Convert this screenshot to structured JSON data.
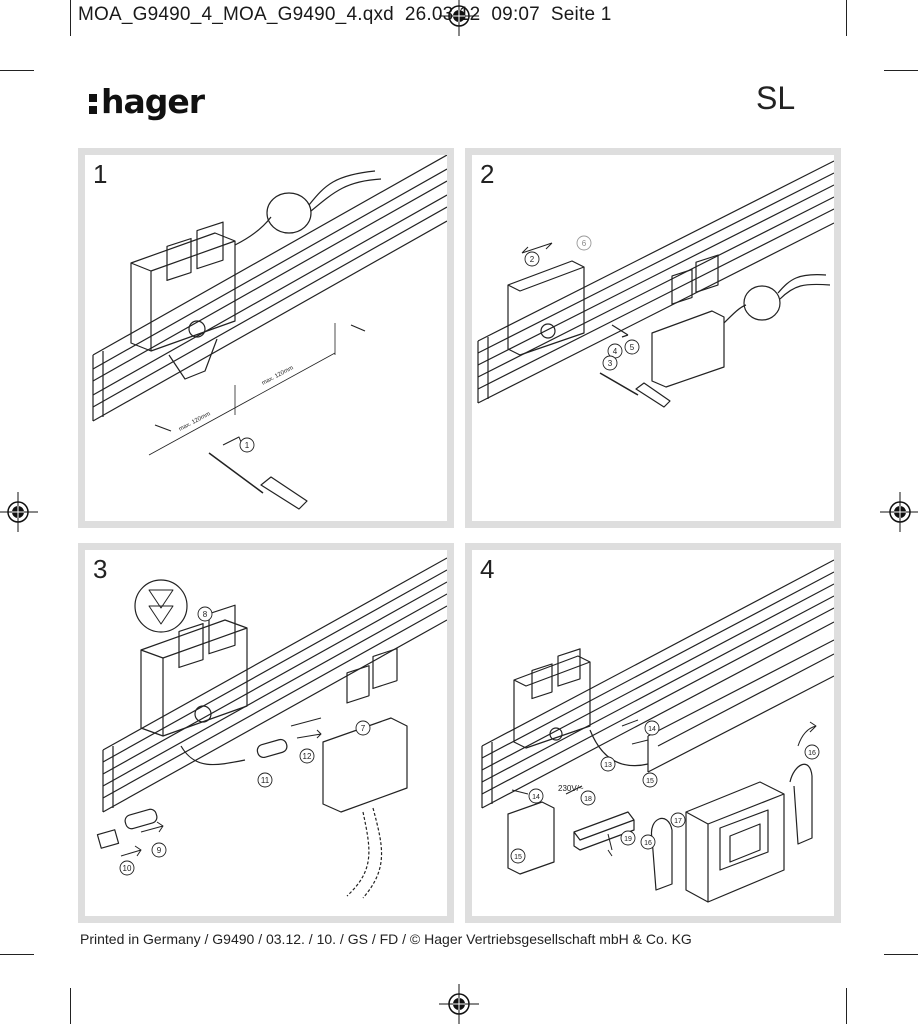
{
  "header": {
    "slug_line": "MOA_G9490_4_MOA_G9490_4.qxd  26.03.12  09:07  Seite 1"
  },
  "brand": {
    "logo_text": "hager",
    "model": "SL"
  },
  "panels": [
    {
      "number": "1",
      "callouts": [
        "1"
      ],
      "dimensions": [
        "max. 120mm",
        "max. 120mm"
      ]
    },
    {
      "number": "2",
      "callouts": [
        "2",
        "6",
        "4",
        "5",
        "3"
      ]
    },
    {
      "number": "3",
      "callouts": [
        "8",
        "7",
        "12",
        "11",
        "9",
        "10"
      ]
    },
    {
      "number": "4",
      "callouts": [
        "14",
        "16",
        "13",
        "15",
        "14",
        "18",
        "15",
        "19",
        "16",
        "17"
      ],
      "voltage_label": "230V/~"
    }
  ],
  "footer": {
    "imprint": "Printed in Germany / G9490 / 03.12. / 10. / GS / FD / © Hager Vertriebsgesellschaft mbH & Co. KG"
  },
  "icons": [
    "registration-mark-icon",
    "crop-mark-icon",
    "screwdriver-icon",
    "arrow-icon"
  ]
}
